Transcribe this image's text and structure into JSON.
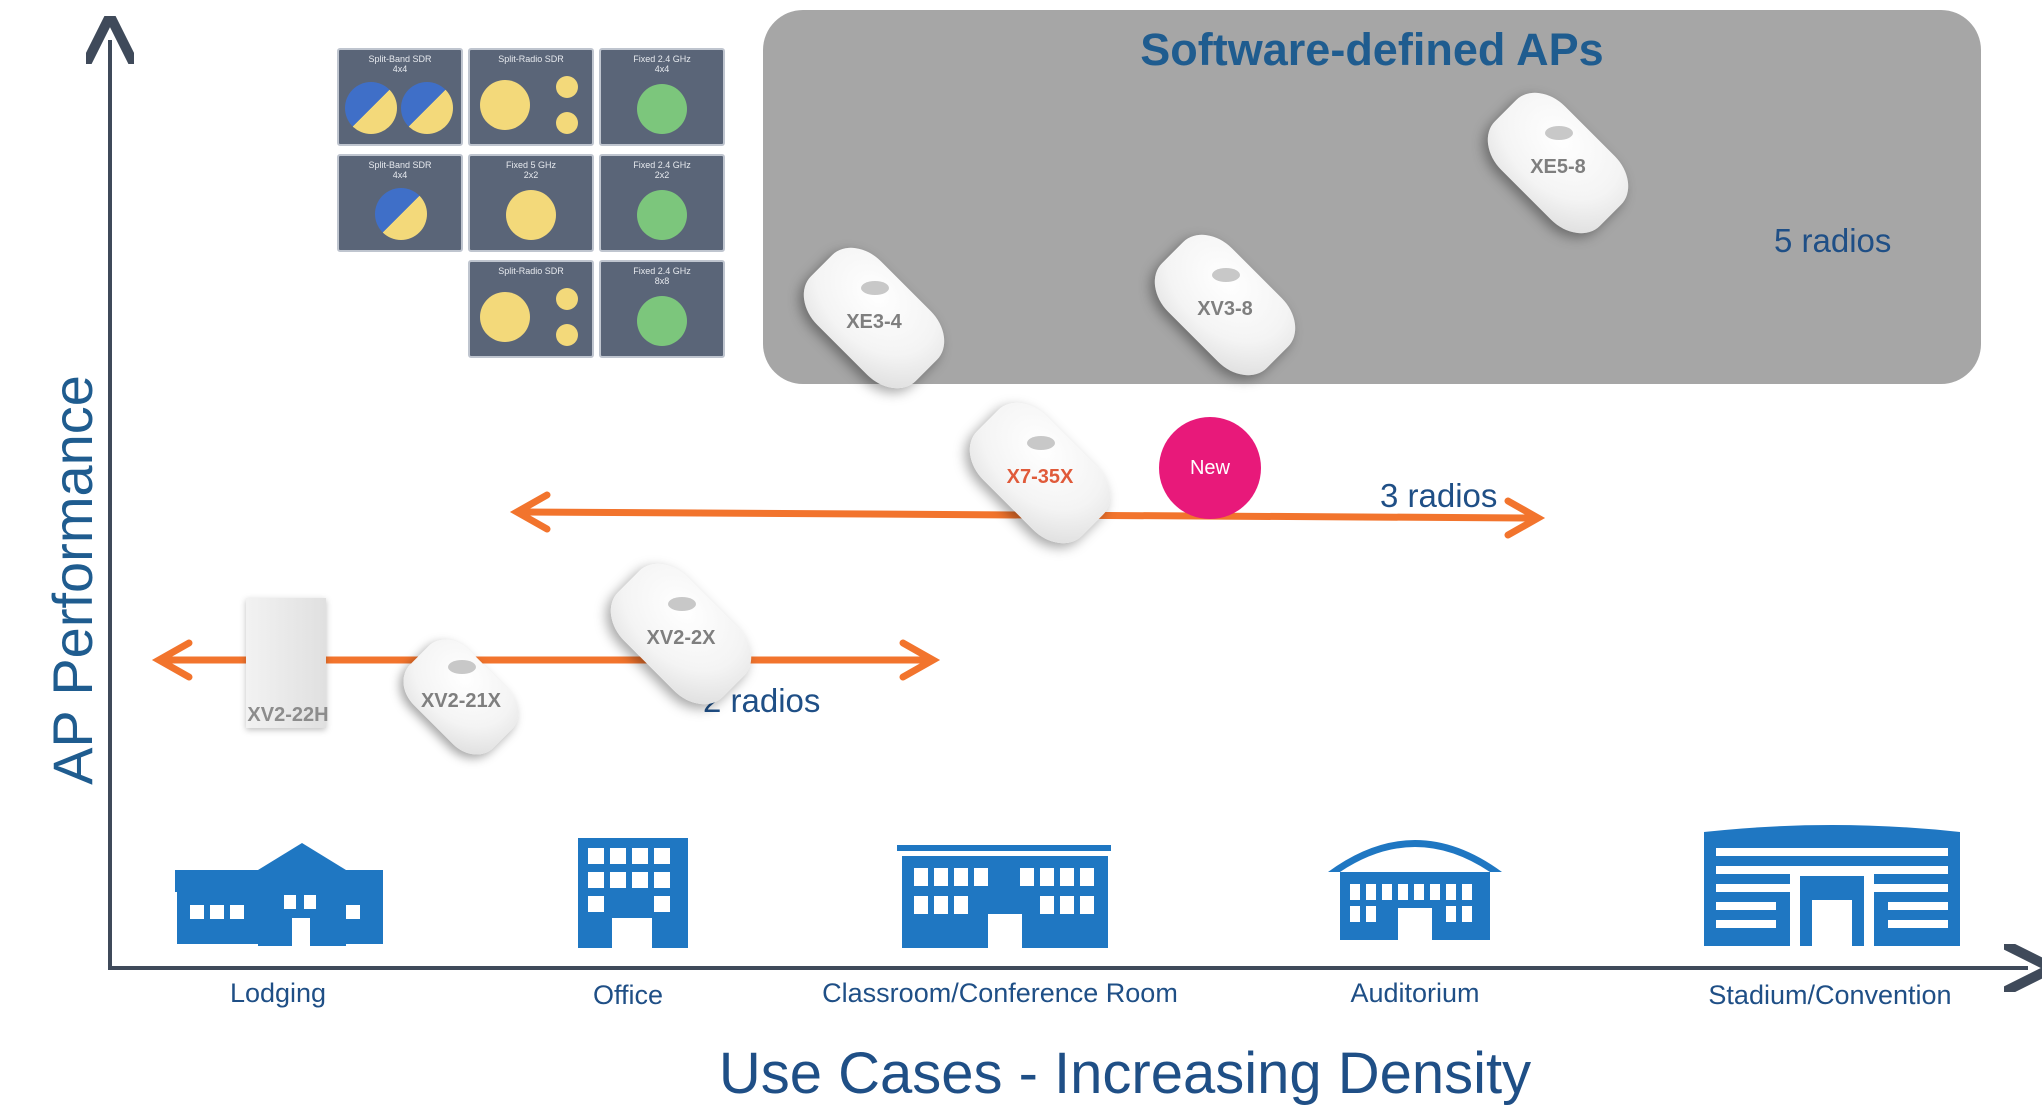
{
  "y_axis_title": "AP Performance",
  "x_axis_title": "Use Cases - Increasing Density",
  "categories": [
    "Lodging",
    "Office",
    "Classroom/Conference Room",
    "Auditorium",
    "Stadium/Convention"
  ],
  "sdr_group_title": "Software-defined APs",
  "tiers": {
    "five": "5 radios",
    "three": "3 radios",
    "two": "2 radios"
  },
  "new_badge": "New",
  "access_points": {
    "xe5_8": "XE5-8",
    "xe3_4": "XE3-4",
    "xv3_8": "XV3-8",
    "x7_35x": "X7-35X",
    "xv2_2x": "XV2-2X",
    "xv2_21x": "XV2-21X",
    "xv2_22h": "XV2-22H"
  },
  "radio_tiles": {
    "t1": "Split-Band SDR\n4x4",
    "t2": "Split-Radio SDR",
    "t3": "Fixed 2.4 GHz\n4x4",
    "t4": "Split-Band SDR\n4x4",
    "t5": "Fixed 5 GHz\n2x2",
    "t6": "Fixed 2.4 GHz\n2x2",
    "t7": "Split-Radio SDR",
    "t8": "Fixed 2.4 GHz\n8x8"
  },
  "colors": {
    "axis": "#3f4a5a",
    "arrow": "#f2742d",
    "building": "#1f77c2",
    "sdr_panel": "#a6a6a6",
    "badge": "#e8197a"
  }
}
